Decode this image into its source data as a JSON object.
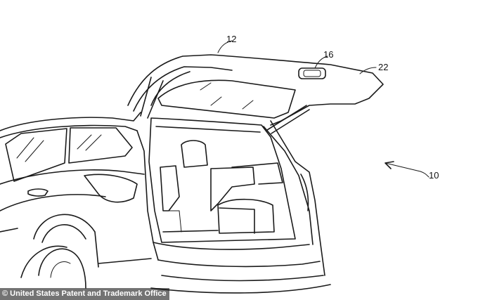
{
  "figure": {
    "reference_labels": {
      "liftgate": "12",
      "light_module": "16",
      "edge": "22",
      "vehicle": "10"
    }
  },
  "credit": {
    "text": "© United States Patent and Trademark Office"
  }
}
